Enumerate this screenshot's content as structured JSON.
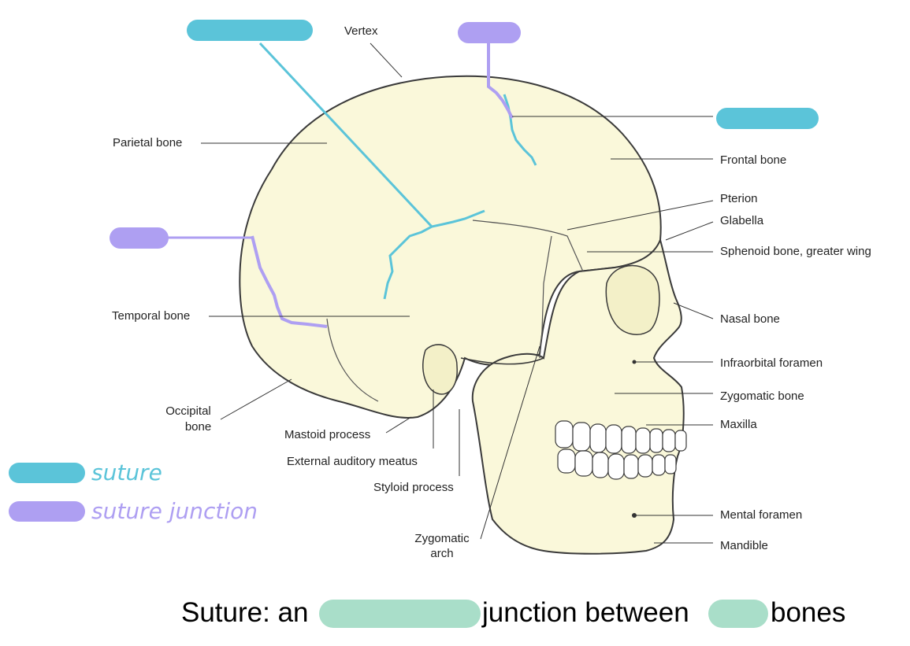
{
  "colors": {
    "suture": "#5BC4D9",
    "suture_junction": "#AE9FF2",
    "blank": "#A9DEC9",
    "bone": "#FAF8DA",
    "outline": "#3a3a3a"
  },
  "labels": {
    "vertex": "Vertex",
    "parietal_bone": "Parietal bone",
    "frontal_bone": "Frontal bone",
    "pterion": "Pterion",
    "glabella": "Glabella",
    "sphenoid_bone": "Sphenoid bone, greater wing",
    "nasal_bone": "Nasal bone",
    "temporal_bone": "Temporal bone",
    "infraorbital_foramen": "Infraorbital foramen",
    "zygomatic_bone": "Zygomatic bone",
    "occipital_bone_1": "Occipital",
    "occipital_bone_2": "bone",
    "maxilla": "Maxilla",
    "mastoid_process": "Mastoid process",
    "external_auditory_meatus": "External auditory meatus",
    "styloid_process": "Styloid process",
    "mental_foramen": "Mental foramen",
    "zygomatic_arch_1": "Zygomatic",
    "zygomatic_arch_2": "arch",
    "mandible": "Mandible"
  },
  "legend": {
    "suture": "suture",
    "suture_junction": "suture junction"
  },
  "definition": {
    "prefix": "Suture: an",
    "middle": "junction between",
    "suffix": "bones"
  }
}
